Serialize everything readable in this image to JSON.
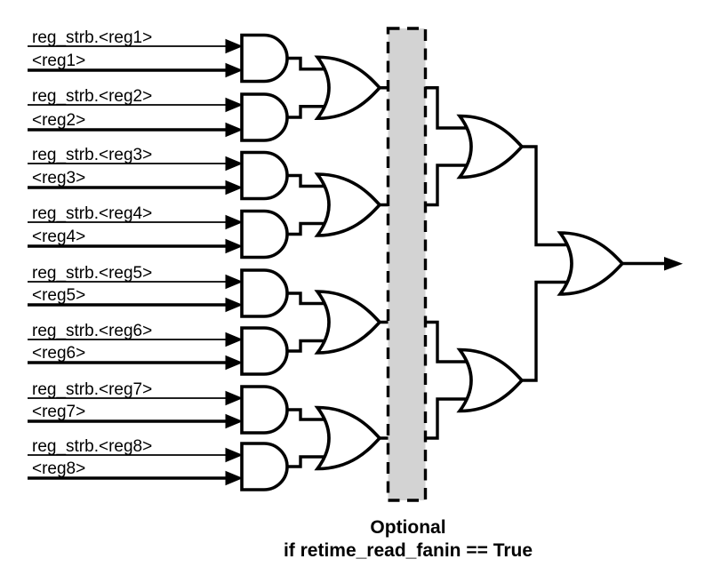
{
  "diagram": {
    "type": "logic-gate-fanin-tree",
    "inputs": [
      {
        "strobe": "reg_strb.<reg1>",
        "value": "<reg1>"
      },
      {
        "strobe": "reg_strb.<reg2>",
        "value": "<reg2>"
      },
      {
        "strobe": "reg_strb.<reg3>",
        "value": "<reg3>"
      },
      {
        "strobe": "reg_strb.<reg4>",
        "value": "<reg4>"
      },
      {
        "strobe": "reg_strb.<reg5>",
        "value": "<reg5>"
      },
      {
        "strobe": "reg_strb.<reg6>",
        "value": "<reg6>"
      },
      {
        "strobe": "reg_strb.<reg7>",
        "value": "<reg7>"
      },
      {
        "strobe": "reg_strb.<reg8>",
        "value": "<reg8>"
      }
    ],
    "gate_counts": {
      "and_gates": 8,
      "or_gates_level1": 4,
      "or_gates_level2": 2,
      "or_gate_final": 1
    },
    "caption": {
      "line1": "Optional",
      "line2": "if retime_read_fanin == True"
    },
    "colors": {
      "stroke": "#000000",
      "band_fill": "#d3d3d3",
      "gate_fill": "#ffffff",
      "background": "#ffffff"
    }
  }
}
